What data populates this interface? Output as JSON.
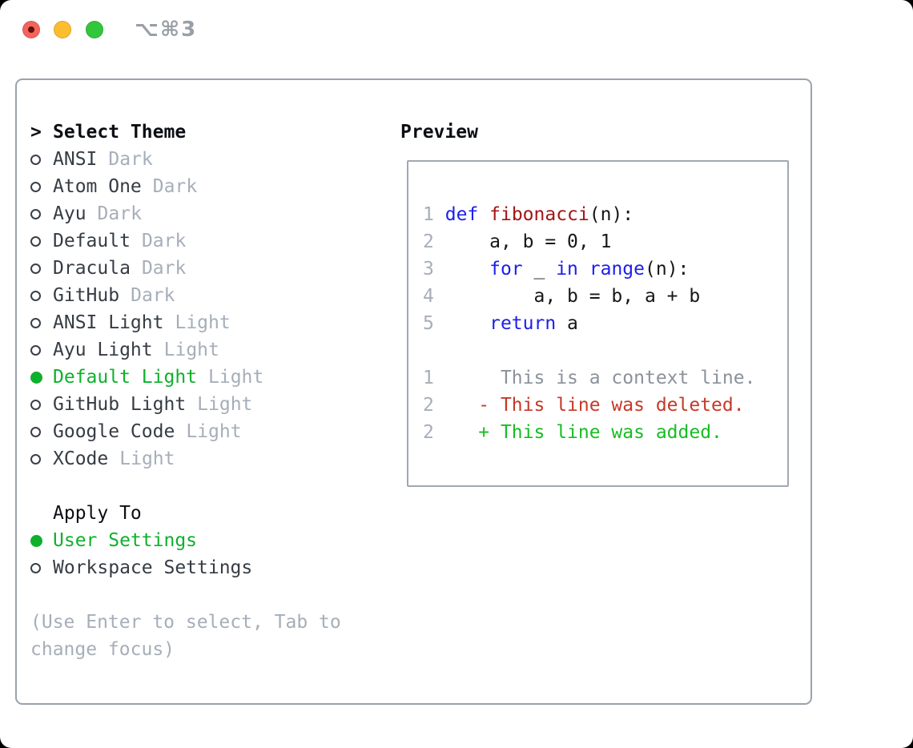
{
  "titlebar": {
    "shortcut": "⌥⌘3",
    "lights": [
      "close",
      "minimize",
      "zoom"
    ]
  },
  "theme_selector": {
    "focus_caret": ">",
    "title": "Select Theme",
    "items": [
      {
        "name": "ANSI",
        "variant": "Dark",
        "selected": false
      },
      {
        "name": "Atom One",
        "variant": "Dark",
        "selected": false
      },
      {
        "name": "Ayu",
        "variant": "Dark",
        "selected": false
      },
      {
        "name": "Default",
        "variant": "Dark",
        "selected": false
      },
      {
        "name": "Dracula",
        "variant": "Dark",
        "selected": false
      },
      {
        "name": "GitHub",
        "variant": "Dark",
        "selected": false
      },
      {
        "name": "ANSI Light",
        "variant": "Light",
        "selected": false
      },
      {
        "name": "Ayu Light",
        "variant": "Light",
        "selected": false
      },
      {
        "name": "Default Light",
        "variant": "Light",
        "selected": true
      },
      {
        "name": "GitHub Light",
        "variant": "Light",
        "selected": false
      },
      {
        "name": "Google Code",
        "variant": "Light",
        "selected": false
      },
      {
        "name": "XCode",
        "variant": "Light",
        "selected": false
      }
    ]
  },
  "apply_to": {
    "title": "Apply To",
    "options": [
      {
        "label": "User Settings",
        "selected": true
      },
      {
        "label": "Workspace Settings",
        "selected": false
      }
    ]
  },
  "help": {
    "line1": "(Use Enter to select, Tab to",
    "line2": "change focus)"
  },
  "preview": {
    "title": "Preview",
    "lines": [
      {
        "num": "1",
        "tokens": [
          {
            "t": "def",
            "c": "kw"
          },
          {
            "t": " "
          },
          {
            "t": "fibonacci",
            "c": "fn"
          },
          {
            "t": "(n):"
          }
        ]
      },
      {
        "num": "2",
        "tokens": [
          {
            "t": "    a, b = 0, 1"
          }
        ]
      },
      {
        "num": "3",
        "tokens": [
          {
            "t": "    "
          },
          {
            "t": "for",
            "c": "kw"
          },
          {
            "t": " _ "
          },
          {
            "t": "in",
            "c": "kw"
          },
          {
            "t": " "
          },
          {
            "t": "range",
            "c": "kw"
          },
          {
            "t": "(n):"
          }
        ]
      },
      {
        "num": "4",
        "tokens": [
          {
            "t": "        a, b = b, a + b"
          }
        ]
      },
      {
        "num": "5",
        "tokens": [
          {
            "t": "    "
          },
          {
            "t": "return",
            "c": "kw"
          },
          {
            "t": " a"
          }
        ]
      },
      {
        "num": "",
        "tokens": []
      },
      {
        "num": "1",
        "tokens": [
          {
            "t": "     This is a context line.",
            "c": "ctx"
          }
        ]
      },
      {
        "num": "2",
        "tokens": [
          {
            "t": "   - This line was deleted.",
            "c": "del"
          }
        ]
      },
      {
        "num": "2",
        "tokens": [
          {
            "t": "   + This line was added.",
            "c": "add"
          }
        ]
      }
    ]
  },
  "colors": {
    "accent_green": "#0fb02c",
    "keyword_blue": "#1d20ea",
    "function_red": "#a31616",
    "diff_red": "#c53928",
    "diff_green": "#17bd22",
    "muted_gray": "#a6aeb9",
    "context_gray": "#8b929b",
    "border_gray": "#9aa2ae",
    "light_red": "#f4645c",
    "light_yellow": "#fcbd2e",
    "light_green": "#32c63c"
  }
}
